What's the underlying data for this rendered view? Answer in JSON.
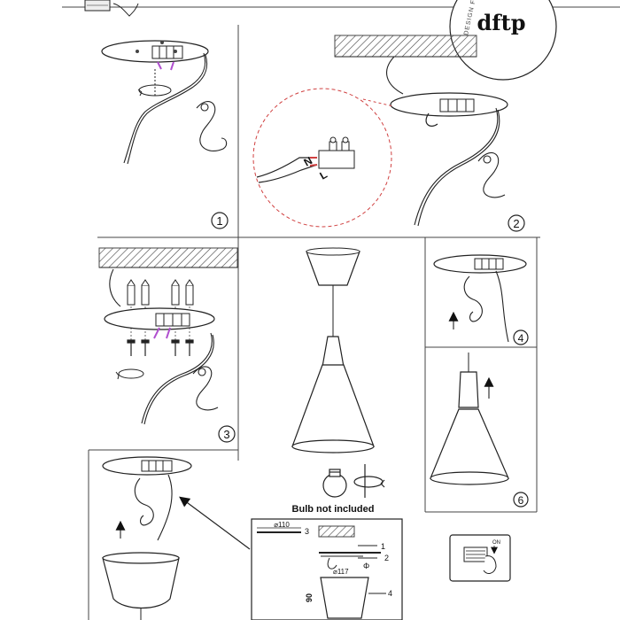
{
  "brand": {
    "logo_text": "dftp",
    "arc_text": "DESIGN FO"
  },
  "steps": [
    {
      "number": "1"
    },
    {
      "number": "2"
    },
    {
      "number": "3"
    },
    {
      "number": "4"
    },
    {
      "number": "6"
    }
  ],
  "wiring": {
    "neutral_label": "N",
    "live_label": "L"
  },
  "bulb_caption": "Bulb not included",
  "dimensions": {
    "canopy_diameter": "⌀110",
    "shade_diameter": "⌀117",
    "shade_height": "90",
    "callout_1": "1",
    "callout_2": "2",
    "callout_3": "3",
    "callout_4": "4"
  },
  "switch": {
    "on_label": "ON"
  }
}
